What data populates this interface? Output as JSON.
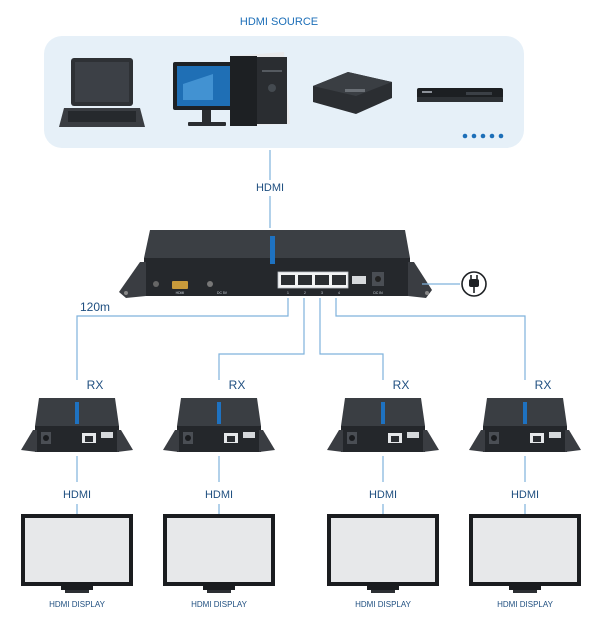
{
  "source_panel": {
    "title": "HDMI SOURCE",
    "devices": [
      "laptop-icon",
      "desktop-pc-icon",
      "media-box-icon",
      "dvd-player-icon"
    ],
    "more_dots": 5
  },
  "source_link": {
    "label": "HDMI"
  },
  "splitter": {
    "port_labels": [
      "HDMI",
      "DC 5V",
      "DC IN"
    ],
    "port_numbers": [
      "1",
      "2",
      "3",
      "4"
    ]
  },
  "cable_length": "120m",
  "receivers": [
    {
      "label": "RX",
      "link_label": "HDMI",
      "display_label": "HDMI DISPLAY"
    },
    {
      "label": "RX",
      "link_label": "HDMI",
      "display_label": "HDMI DISPLAY"
    },
    {
      "label": "RX",
      "link_label": "HDMI",
      "display_label": "HDMI DISPLAY"
    },
    {
      "label": "RX",
      "link_label": "HDMI",
      "display_label": "HDMI DISPLAY"
    }
  ],
  "colors": {
    "accent": "#1d6fb8",
    "panel_bg": "#e6f0f8",
    "line": "#7fb2dc",
    "device_dark": "#2a2d31"
  }
}
